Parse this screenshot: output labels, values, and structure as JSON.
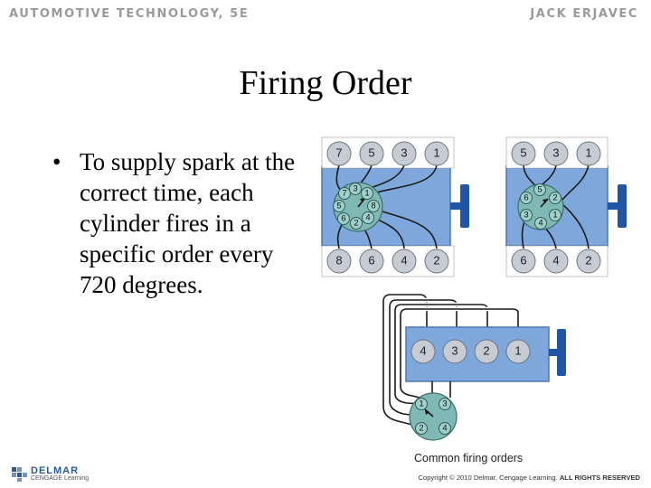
{
  "header": {
    "book": "AUTOMOTIVE TECHNOLOGY, 5E",
    "author": "JACK ERJAVEC"
  },
  "title": "Firing Order",
  "bullet": {
    "symbol": "•",
    "text": "To supply spark at the correct time, each cylinder fires in a specific order every 720 degrees."
  },
  "diagrams": {
    "v8": {
      "top_cylinders": [
        "7",
        "5",
        "3",
        "1"
      ],
      "bottom_cylinders": [
        "8",
        "6",
        "4",
        "2"
      ],
      "cap_terminals": [
        "7",
        "3",
        "1",
        "5",
        "8",
        "6",
        "2",
        "4"
      ]
    },
    "v6": {
      "top_cylinders": [
        "5",
        "3",
        "1"
      ],
      "bottom_cylinders": [
        "6",
        "4",
        "2"
      ],
      "cap_terminals": [
        "5",
        "6",
        "2",
        "3",
        "1",
        "4"
      ]
    },
    "inline4": {
      "cylinders": [
        "4",
        "3",
        "2",
        "1"
      ],
      "cap_terminals": [
        "1",
        "3",
        "2",
        "4"
      ]
    },
    "caption": "Common firing orders"
  },
  "footer": {
    "logo_line1": "DELMAR",
    "logo_line2": "CENGAGE Learning",
    "copyright_prefix": "Copyright © 2010 Delmar, Cengage Learning.",
    "copyright_suffix": "ALL RIGHTS RESERVED"
  },
  "colors": {
    "block": "#7ea8dc",
    "block_stroke": "#4a78b8",
    "cylinder": "#c7ccd4",
    "cap": "#7fb8b4",
    "wire": "#1a1a1a",
    "accent": "#1f56a8"
  }
}
